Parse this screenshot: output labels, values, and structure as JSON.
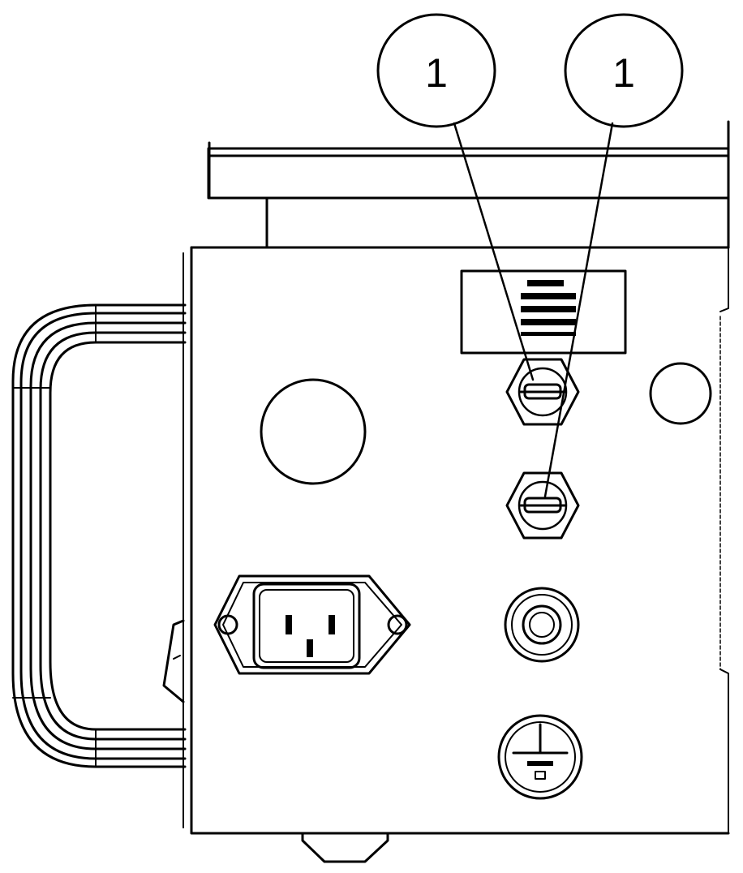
{
  "callouts": [
    {
      "number": "1",
      "target": "fuse-holder-upper"
    },
    {
      "number": "1",
      "target": "fuse-holder-lower"
    }
  ],
  "colors": {
    "stroke": "#000000",
    "background": "#ffffff"
  }
}
